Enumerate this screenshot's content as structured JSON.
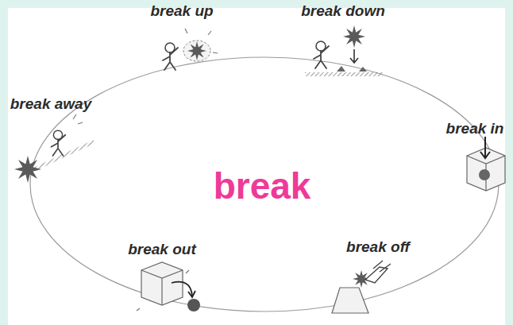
{
  "diagram": {
    "labels": [
      "break up",
      "break down",
      "break away",
      "break",
      "break in",
      "break out",
      "break off"
    ]
  }
}
